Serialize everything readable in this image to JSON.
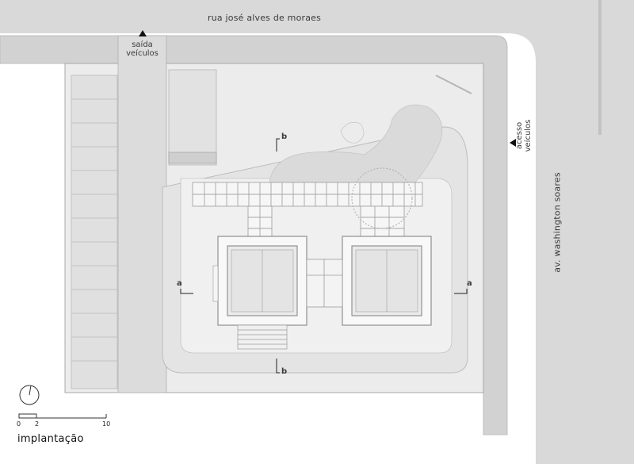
{
  "streets": {
    "north": "rua josé alves de moraes",
    "east": "av. washington soares"
  },
  "access": {
    "exit": [
      "saída",
      "veículos"
    ],
    "entry": [
      "acesso",
      "veículos"
    ]
  },
  "sections": {
    "a_left": "a",
    "a_right": "a",
    "b_top": "b",
    "b_bottom": "b"
  },
  "scale": {
    "ticks": [
      "0",
      "2",
      "10"
    ]
  },
  "title": "implantação",
  "colors": {
    "street": "#d4d4d4",
    "lot": "#ededed",
    "building": "#f7f7f7",
    "lines": "#9a9a9a"
  }
}
